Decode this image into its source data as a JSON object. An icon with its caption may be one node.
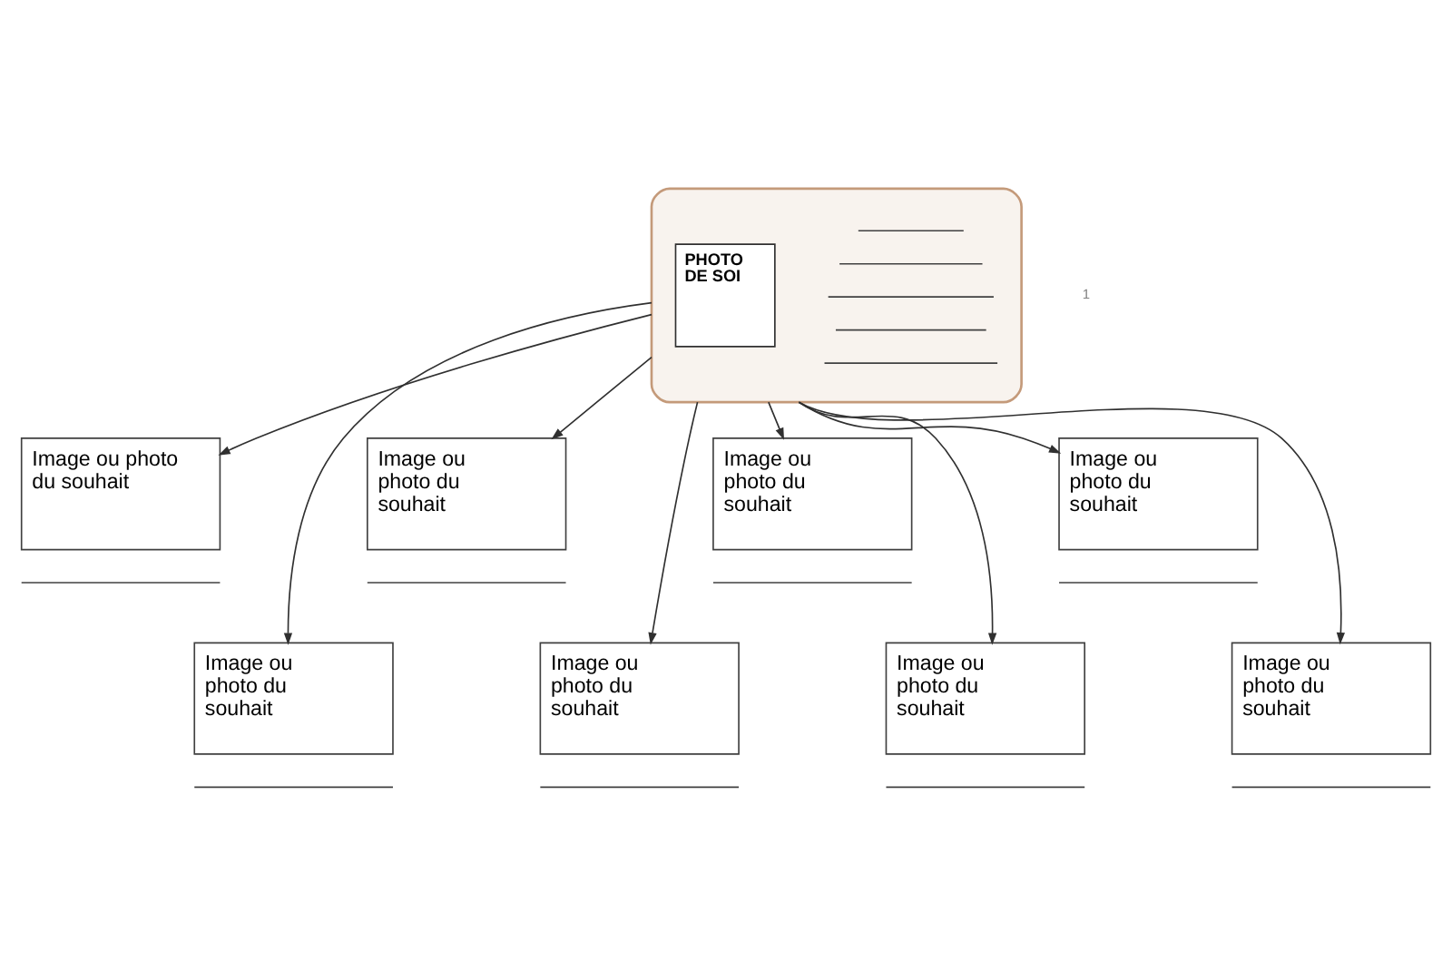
{
  "diagram": {
    "nodes": [
      {
        "text": [],
        "shape": "octagon"
      },
      {
        "text": [
          "PHOTO DE SOI"
        ],
        "in": 0
      },
      {
        "text": [
          "Image ou photo du souhait"
        ]
      },
      {
        "text": [
          "Image ou photo du souhait"
        ]
      },
      {
        "text": [
          "Image ou photo du souhait"
        ]
      },
      {
        "text": [
          "Image ou photo du souhait"
        ]
      },
      {
        "text": [
          "Image ou photo du souhait"
        ]
      },
      {
        "text": [
          "Image ou photo du souhait"
        ]
      },
      {
        "text": [
          "Image ou photo du souhait"
        ]
      },
      {
        "text": [
          "Image ou photo du souhait"
        ]
      }
    ],
    "edges": [
      {
        "from": 0,
        "to": 2,
        "arrow": "to"
      },
      {
        "from": 0,
        "to": 3,
        "arrow": "to"
      },
      {
        "from": 0,
        "to": 4,
        "arrow": "to"
      },
      {
        "from": 0,
        "to": 5,
        "arrow": "to"
      },
      {
        "from": 0,
        "to": 6,
        "arrow": "to"
      },
      {
        "from": 0,
        "to": 7,
        "arrow": "to"
      },
      {
        "from": 0,
        "to": 8,
        "arrow": "to"
      },
      {
        "from": 0,
        "to": 9,
        "arrow": "to"
      }
    ],
    "labels": [
      "1"
    ]
  }
}
